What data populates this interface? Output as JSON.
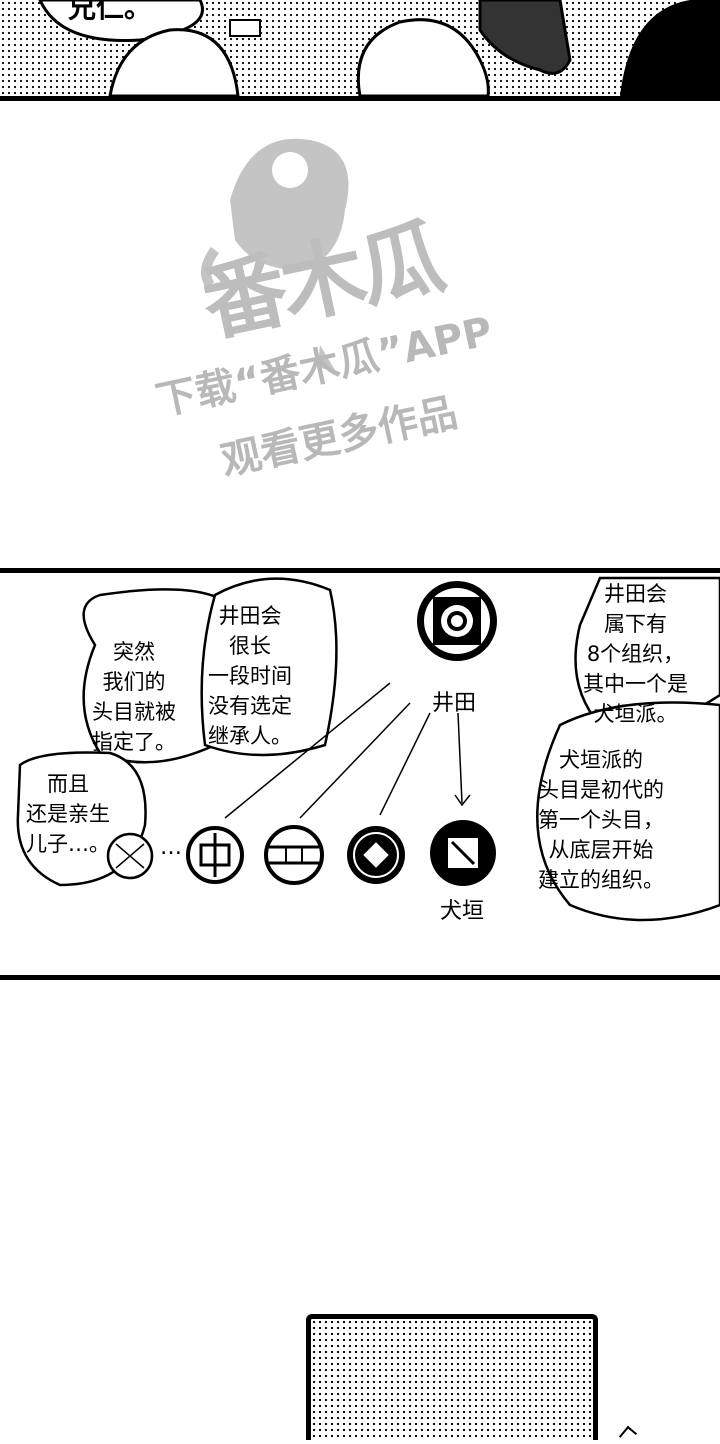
{
  "watermark": {
    "logo_text": "番木瓜",
    "line1": "下载“番木瓜”APP",
    "line2": "观看更多作品"
  },
  "top_panel": {
    "partial_speech": "兄仁。"
  },
  "diagram_panel": {
    "bubble_left_top": [
      "突然",
      "我们的",
      "头目就被",
      "指定了。"
    ],
    "bubble_center": [
      "井田会",
      "很长",
      "一段时间",
      "没有选定",
      "继承人。"
    ],
    "bubble_left_bottom": [
      "而且",
      "还是亲生",
      "儿子…。"
    ],
    "bubble_right_top": [
      "井田会",
      "属下有",
      "8个组织，",
      "其中一个是",
      "犬垣派。"
    ],
    "bubble_right_bottom": [
      "犬垣派的",
      "头目是初代的",
      "第一个头目，",
      "从底层开始",
      "建立的组织。"
    ],
    "emblem_main_label": "井田",
    "emblem_inugaki_label": "犬垣",
    "ellipsis": "…"
  }
}
